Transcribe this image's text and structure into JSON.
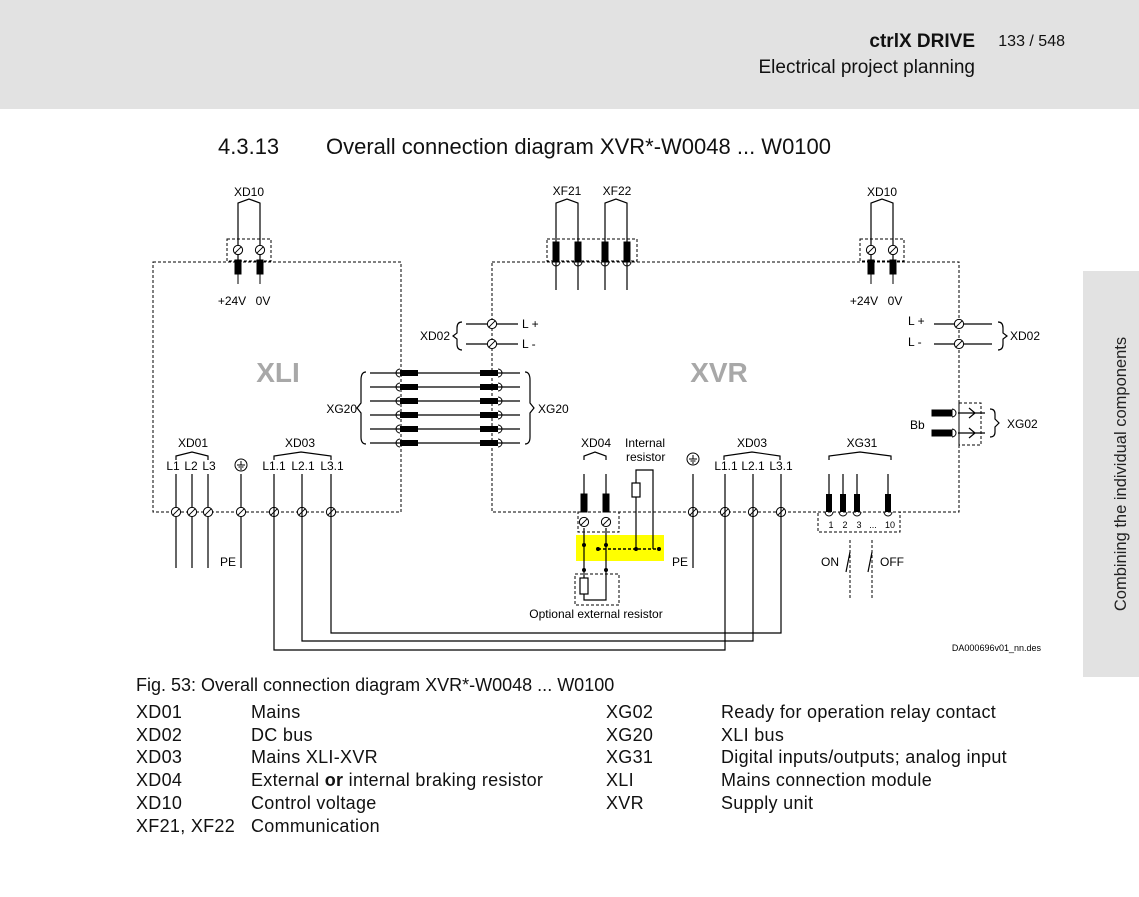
{
  "header": {
    "product": "ctrlX DRIVE",
    "page": "133 / 548",
    "chapter": "Electrical project planning"
  },
  "side_tab": "Combining the individual components",
  "section": {
    "number": "4.3.13",
    "title": "Overall connection diagram XVR*-W0048 ... W0100"
  },
  "diagram": {
    "xli": "XLI",
    "xvr": "XVR",
    "xd10": "XD10",
    "xf21": "XF21",
    "xf22": "XF22",
    "plus24v": "+24V",
    "zero_v": "0V",
    "xd02": "XD02",
    "l_plus": "L +",
    "l_minus": "L -",
    "l_plus_r": "L +",
    "l_minus_r": "L -",
    "xg20": "XG20",
    "xd01": "XD01",
    "l1": "L1",
    "l2": "L2",
    "l3": "L3",
    "xd03": "XD03",
    "l11": "L1.1",
    "l21": "L2.1",
    "l31": "L3.1",
    "xd04": "XD04",
    "internal": "Internal",
    "resistor": "resistor",
    "xg31": "XG31",
    "xg02": "XG02",
    "bb": "Bb",
    "pe": "PE",
    "on": "ON",
    "off": "OFF",
    "pin1": "1",
    "pin2": "2",
    "pin3": "3",
    "pin_dots": "...",
    "pin10": "10",
    "optional": "Optional external resistor",
    "doc_id": "DA000696v01_nn.des",
    "highlight_color": "#ffff00"
  },
  "figure": {
    "caption": "Fig. 53: Overall connection diagram XVR*-W0048 ... W0100"
  },
  "legend_left": [
    {
      "code": "XD01",
      "desc": "Mains"
    },
    {
      "code": "XD02",
      "desc": "DC bus"
    },
    {
      "code": "XD03",
      "desc": "Mains XLI-XVR"
    },
    {
      "code": "XD04",
      "desc_a": "External ",
      "desc_b": "or",
      "desc_c": " internal braking resistor"
    },
    {
      "code": "XD10",
      "desc": "Control voltage"
    },
    {
      "code": "XF21, XF22",
      "desc": "Communication"
    }
  ],
  "legend_right": [
    {
      "code": "XG02",
      "desc": "Ready for operation relay contact"
    },
    {
      "code": "XG20",
      "desc": "XLI bus"
    },
    {
      "code": "XG31",
      "desc": "Digital inputs/outputs; analog input"
    },
    {
      "code": "XLI",
      "desc": "Mains connection module"
    },
    {
      "code": "XVR",
      "desc": "Supply unit"
    }
  ]
}
